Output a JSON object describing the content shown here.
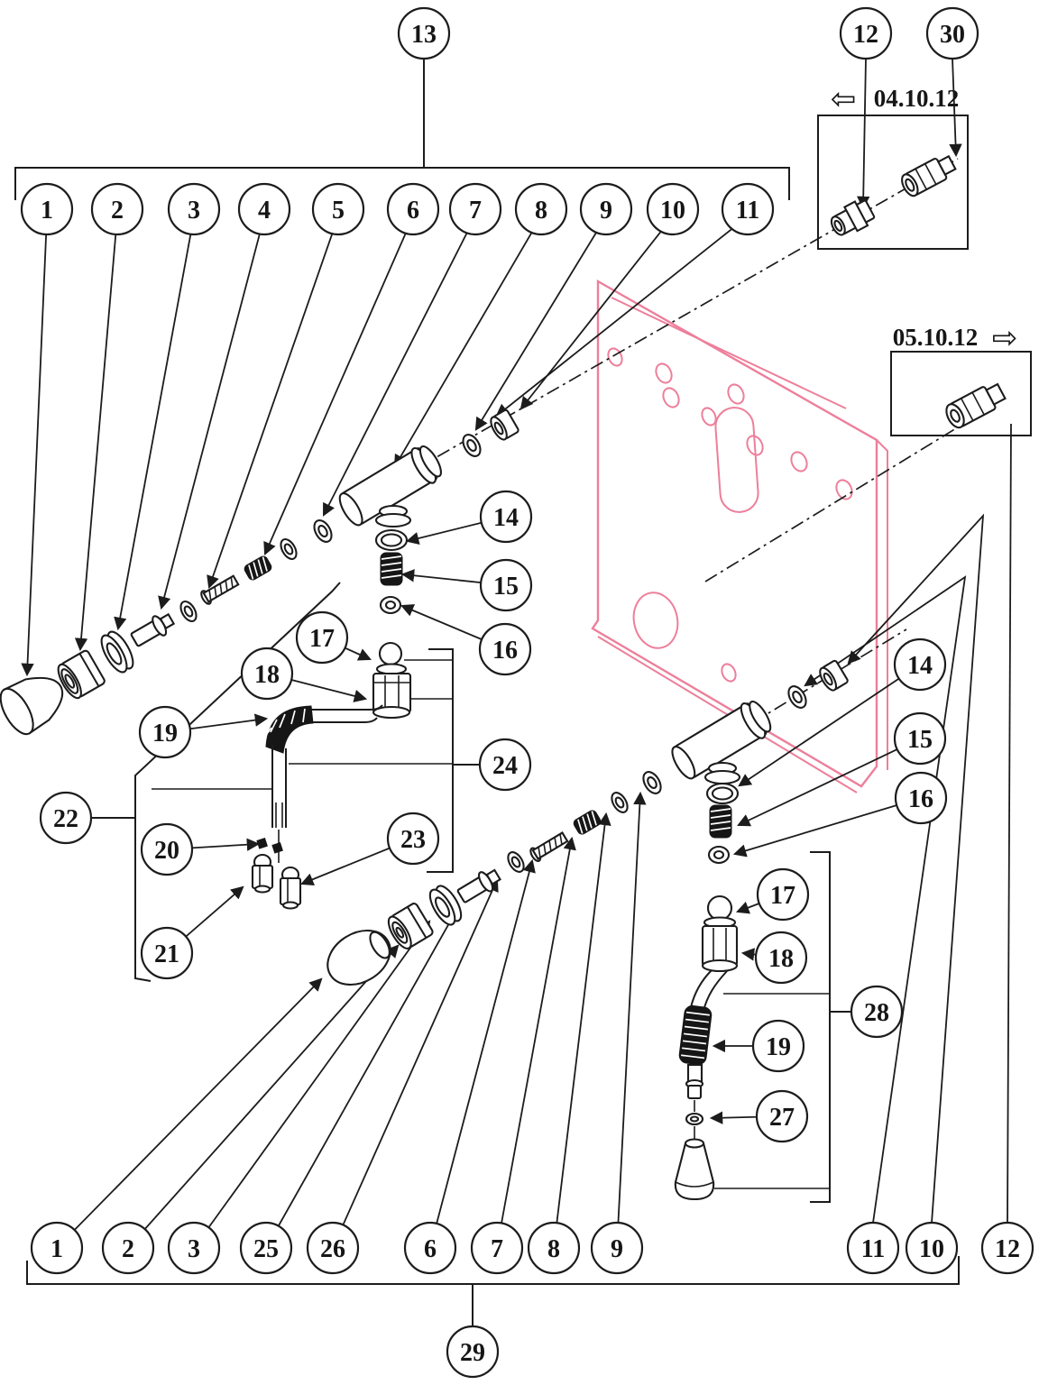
{
  "diagram": {
    "type": "exploded-parts-diagram",
    "dates": {
      "left": "04.10.12",
      "right": "05.10.12"
    },
    "arrow_glyphs": {
      "left": "⇦",
      "right": "⇨"
    },
    "colors": {
      "plate_outline": "#ed7f9b",
      "line": "#1c1c1c",
      "background": "#ffffff"
    },
    "balloons": [
      "13",
      "1",
      "2",
      "3",
      "4",
      "5",
      "6",
      "7",
      "8",
      "9",
      "10",
      "11",
      "12",
      "30",
      "14",
      "15",
      "16",
      "17",
      "18",
      "19",
      "20",
      "21",
      "22",
      "23",
      "24",
      "14",
      "15",
      "16",
      "17",
      "18",
      "19",
      "27",
      "28",
      "1",
      "2",
      "3",
      "25",
      "26",
      "6",
      "7",
      "8",
      "9",
      "11",
      "10",
      "12",
      "29"
    ]
  }
}
